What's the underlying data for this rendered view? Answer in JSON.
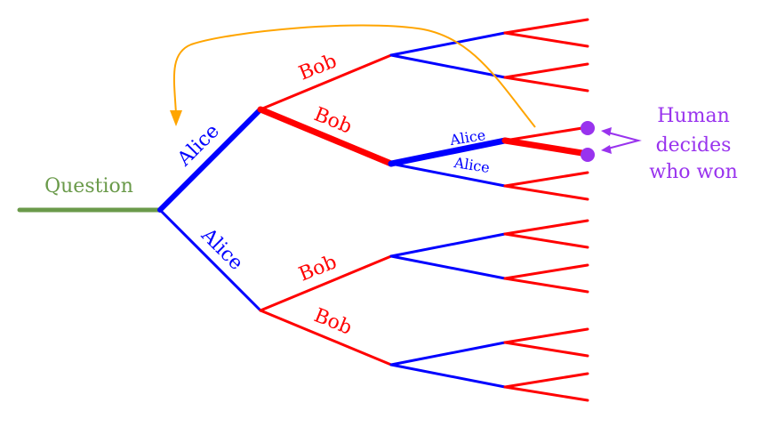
{
  "colors": {
    "question": "#6a9a4a",
    "alice": "#0000ff",
    "bob": "#ff0000",
    "feedback": "#ffa500",
    "human": "#9933ee"
  },
  "labels": {
    "question": "Question",
    "alice_top": "Alice",
    "alice_bottom": "Alice",
    "bob_1": "Bob",
    "bob_2": "Bob",
    "bob_3": "Bob",
    "bob_4": "Bob",
    "alice_small_1": "Alice",
    "alice_small_2": "Alice",
    "human_line1": "Human",
    "human_line2": "decides",
    "human_line3": "who won"
  }
}
